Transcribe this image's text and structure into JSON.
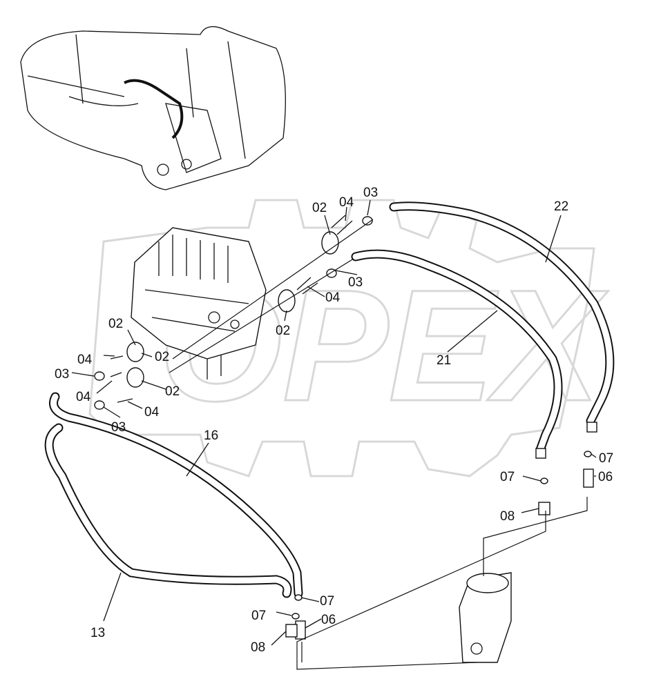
{
  "watermark": "OPEX",
  "colors": {
    "line": "#111111",
    "watermark": "#e6e6e6",
    "background": "#ffffff"
  },
  "callouts": [
    {
      "id": "c1",
      "text": "02"
    },
    {
      "id": "c2",
      "text": "04"
    },
    {
      "id": "c3",
      "text": "03"
    },
    {
      "id": "c4",
      "text": "22"
    },
    {
      "id": "c5",
      "text": "03"
    },
    {
      "id": "c6",
      "text": "04"
    },
    {
      "id": "c7",
      "text": "02"
    },
    {
      "id": "c8",
      "text": "21"
    },
    {
      "id": "c9",
      "text": "02"
    },
    {
      "id": "c10",
      "text": "04"
    },
    {
      "id": "c11",
      "text": "02"
    },
    {
      "id": "c12",
      "text": "03"
    },
    {
      "id": "c13",
      "text": "04"
    },
    {
      "id": "c14",
      "text": "02"
    },
    {
      "id": "c15",
      "text": "04"
    },
    {
      "id": "c16",
      "text": "03"
    },
    {
      "id": "c17",
      "text": "16"
    },
    {
      "id": "c18",
      "text": "07"
    },
    {
      "id": "c19",
      "text": "07"
    },
    {
      "id": "c20",
      "text": "06"
    },
    {
      "id": "c21",
      "text": "08"
    },
    {
      "id": "c22",
      "text": "13"
    },
    {
      "id": "c23",
      "text": "07"
    },
    {
      "id": "c24",
      "text": "07"
    },
    {
      "id": "c25",
      "text": "06"
    },
    {
      "id": "c26",
      "text": "08"
    }
  ]
}
